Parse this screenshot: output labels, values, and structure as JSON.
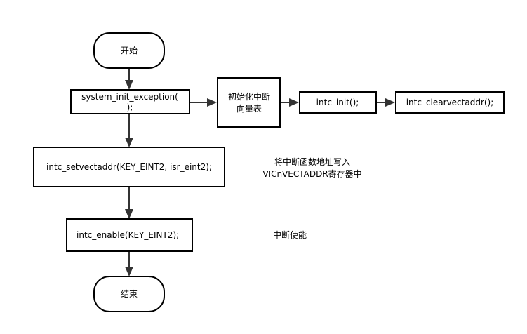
{
  "nodes": {
    "start": "开始",
    "system_init_exception_line1": "system_init_exception(",
    "system_init_exception_line2": ");",
    "init_vector_table_line1": "初始化中断",
    "init_vector_table_line2": "向量表",
    "intc_init": "intc_init();",
    "intc_clearvectaddr": "intc_clearvectaddr();",
    "intc_setvectaddr": "intc_setvectaddr(KEY_EINT2, isr_eint2);",
    "intc_enable": "intc_enable(KEY_EINT2);",
    "end": "结束"
  },
  "notes": {
    "setvectaddr_line1": "将中断函数地址写入",
    "setvectaddr_line2": "VICnVECTADDR寄存器中",
    "enable": "中断使能"
  }
}
